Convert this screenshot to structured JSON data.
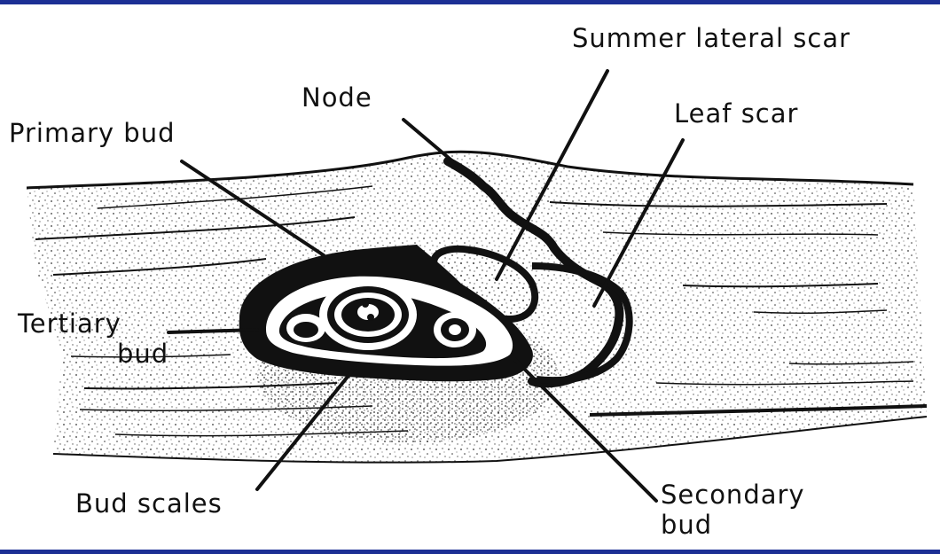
{
  "colors": {
    "frame_bar": "#1c2f94",
    "ink": "#111111",
    "background": "#ffffff"
  },
  "labels": {
    "summer_lateral_scar": "Summer lateral scar",
    "node": "Node",
    "leaf_scar": "Leaf scar",
    "primary_bud": "Primary bud",
    "tertiary_bud_line1": "Tertiary",
    "tertiary_bud_line2": "bud",
    "bud_scales": "Bud scales",
    "secondary_bud_line1": "Secondary",
    "secondary_bud_line2": "bud"
  }
}
